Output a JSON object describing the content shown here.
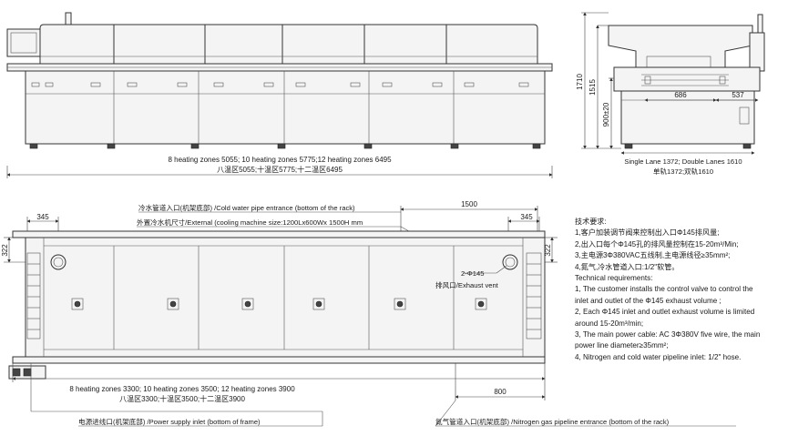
{
  "front_view": {
    "dim_line1": "8 heating zones 5055; 10 heating zones 5775;12 heating zones 6495",
    "dim_line2": "八温区5055;十温区5775;十二温区6495"
  },
  "side_view": {
    "height_total": "1710",
    "height_body": "1515",
    "height_track": "900±20",
    "width_a": "686",
    "width_b": "537",
    "lane_en": "Single Lane 1372; Double Lanes 1610",
    "lane_cn": "单轨1372;双轨1610"
  },
  "top_view": {
    "cooling_pipe_label": "冷水管道入口(机架底部) /Cold water pipe entrance (bottom of the rack)",
    "external_cooler_label": "外置冷水机尺寸/External (cooling machine size:1200Lx600Wx 1500H mm",
    "dim_1500": "1500",
    "dim_345_left": "345",
    "dim_345_right": "345",
    "dim_322_left": "322",
    "dim_322_right": "322",
    "exhaust_count": "2-Φ145",
    "exhaust_label": "排风口/Exhaust vent",
    "dim_line1": "8 heating zones 3300; 10 heating zones 3500; 12 heating zones 3900",
    "dim_line2": "八温区3300;十温区3500;十二温区3900",
    "dim_800": "800",
    "power_label": "电源进线口(机架底部) /Power supply inlet (bottom of frame)",
    "nitrogen_label": "氮气管道入口(机架底部) /Nitrogen gas pipeline entrance (bottom of the rack)"
  },
  "notes": {
    "cn_title": "技术要求:",
    "cn_items": [
      "1,客户加装调节阀来控制出入口Φ145排风量;",
      "2,出入口每个Φ145孔的排风量控制在15-20m³/Min;",
      "3,主电源3Φ380VAC五线制,主电源线径≥35mm²;",
      "4,氮气,冷水管道入口:1/2\"软管。"
    ],
    "en_title": "Technical requirements:",
    "en_items": [
      "1, The customer installs the control valve to control the",
      "inlet and outlet of the Φ145 exhaust volume ;",
      "2, Each Φ145 inlet and outlet  exhaust volume is limited",
      "around 15-20m³/min;",
      "3, The main power cable: AC 3Φ380V five wire, the main",
      "power line diameter≥35mm²;",
      "4, Nitrogen and cold water pipeline inlet: 1/2\" hose."
    ]
  }
}
